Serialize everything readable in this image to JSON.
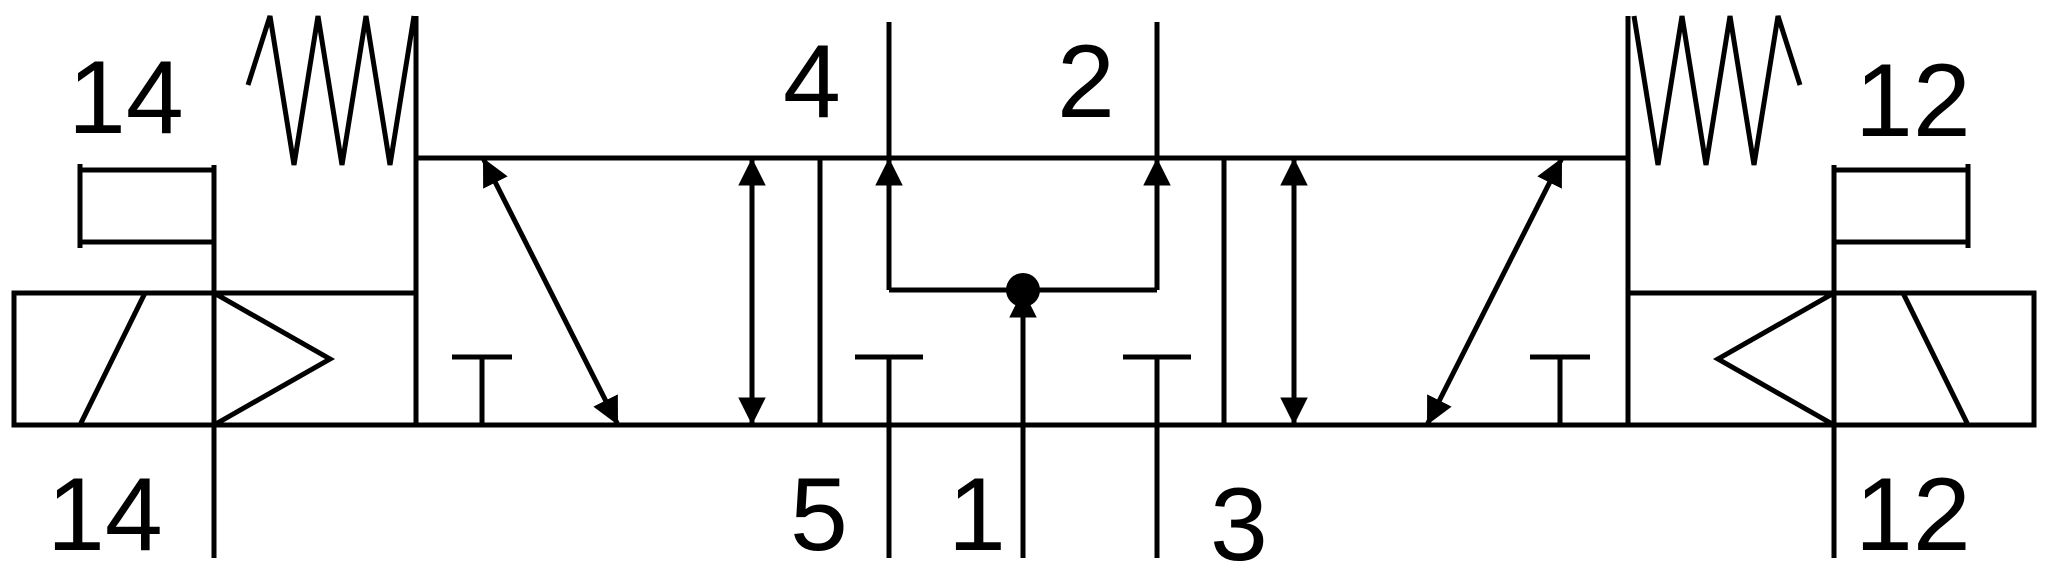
{
  "diagram": {
    "ports": {
      "working_4": "4",
      "working_2": "2",
      "exhaust_5": "5",
      "supply_1": "1",
      "exhaust_3": "3"
    },
    "pilots": {
      "left_top": "14",
      "left_bottom": "14",
      "right_top": "12",
      "right_bottom": "12"
    },
    "colors": {
      "stroke": "#000000",
      "background": "#ffffff"
    }
  }
}
